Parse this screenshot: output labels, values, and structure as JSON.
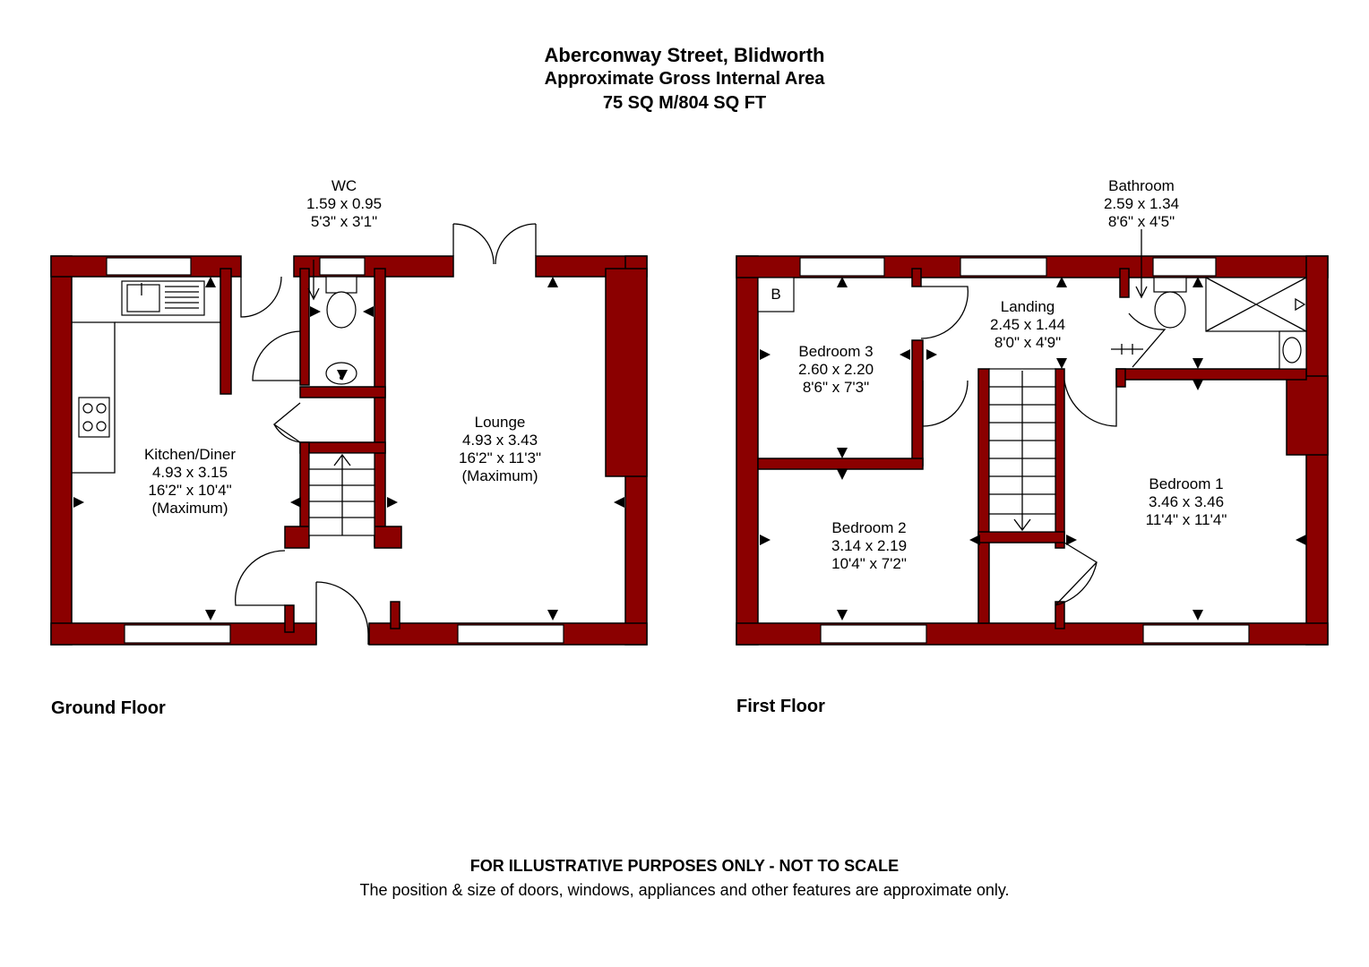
{
  "header": {
    "title": "Aberconway Street, Blidworth",
    "subtitle": "Approximate Gross Internal Area",
    "area": "75 SQ M/804 SQ FT"
  },
  "floors": {
    "ground": {
      "label": "Ground Floor",
      "rooms": {
        "wc": {
          "name": "WC",
          "metric": "1.59 x 0.95",
          "imperial": "5'3\" x 3'1\""
        },
        "kitchen": {
          "name": "Kitchen/Diner",
          "metric": "4.93 x 3.15",
          "imperial": "16'2\" x 10'4\"",
          "note": "(Maximum)"
        },
        "lounge": {
          "name": "Lounge",
          "metric": "4.93 x 3.43",
          "imperial": "16'2\" x 11'3\"",
          "note": "(Maximum)"
        }
      }
    },
    "first": {
      "label": "First Floor",
      "rooms": {
        "bathroom": {
          "name": "Bathroom",
          "metric": "2.59 x 1.34",
          "imperial": "8'6\" x 4'5\""
        },
        "landing": {
          "name": "Landing",
          "metric": "2.45 x 1.44",
          "imperial": "8'0\" x 4'9\""
        },
        "bedroom3": {
          "name": "Bedroom 3",
          "metric": "2.60 x 2.20",
          "imperial": "8'6\" x 7'3\""
        },
        "bedroom2": {
          "name": "Bedroom 2",
          "metric": "3.14 x 2.19",
          "imperial": "10'4\" x 7'2\""
        },
        "bedroom1": {
          "name": "Bedroom 1",
          "metric": "3.46 x 3.46",
          "imperial": "11'4\" x 11'4\""
        }
      },
      "boiler_label": "B"
    }
  },
  "disclaimer": {
    "line1": "FOR ILLUSTRATIVE PURPOSES ONLY - NOT TO SCALE",
    "line2": "The position & size of doors, windows, appliances and other features are approximate only."
  },
  "colors": {
    "wall": "#8b0000",
    "background": "#ffffff",
    "outline": "#000000"
  }
}
